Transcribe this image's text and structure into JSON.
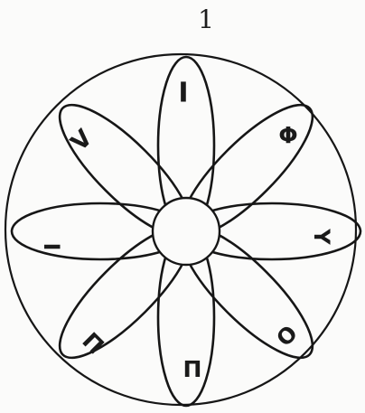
{
  "figure": {
    "number": "1",
    "petal_count": 8,
    "stroke_color": "#161616",
    "background_color": "#fbfbfa",
    "glyphs": [
      "I",
      "Φ",
      "Y",
      "O",
      "П",
      "П",
      "I",
      "V"
    ]
  }
}
